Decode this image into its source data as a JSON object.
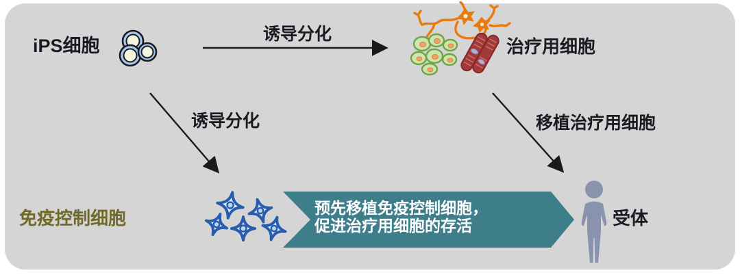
{
  "colors": {
    "panel_bg": "#d5d5d5",
    "ink_dark": "#1b1b23",
    "banner_teal": "#3d7e8a",
    "banner_text": "#ffffff",
    "immune_label_olive": "#6f6a2a",
    "person_blue": "#8a93ad",
    "star_blue": "#2a5cad",
    "neuron_orange": "#e87a10",
    "green_cell": "#cde6ae",
    "green_cell_outline": "#70a447",
    "muscle_red": "#a33a3a",
    "ips_ring_blue": "#a7c9e9",
    "ips_core_cream": "#f3f5e1"
  },
  "diagram": {
    "nodes": {
      "ips": {
        "label": "iPS细胞",
        "icon": "ips-cells-icon"
      },
      "therapeutic": {
        "label": "治疗用细胞",
        "icon": "therapeutic-cells-icon"
      },
      "immune": {
        "label": "免疫控制细胞",
        "icon": "immune-star-cells-icon"
      },
      "recipient": {
        "label": "受体",
        "icon": "recipient-person-icon"
      }
    },
    "arrows": {
      "top": {
        "label": "诱导分化",
        "from": "ips",
        "to": "therapeutic"
      },
      "left_diagonal": {
        "label": "诱导分化",
        "from": "ips",
        "to": "immune"
      },
      "right_diagonal": {
        "label": "移植治疗用细胞",
        "from": "therapeutic",
        "to": "recipient"
      }
    },
    "banner": {
      "line1": "预先移植免疫控制细胞，",
      "line2": "促进治疗用细胞的存活"
    }
  }
}
